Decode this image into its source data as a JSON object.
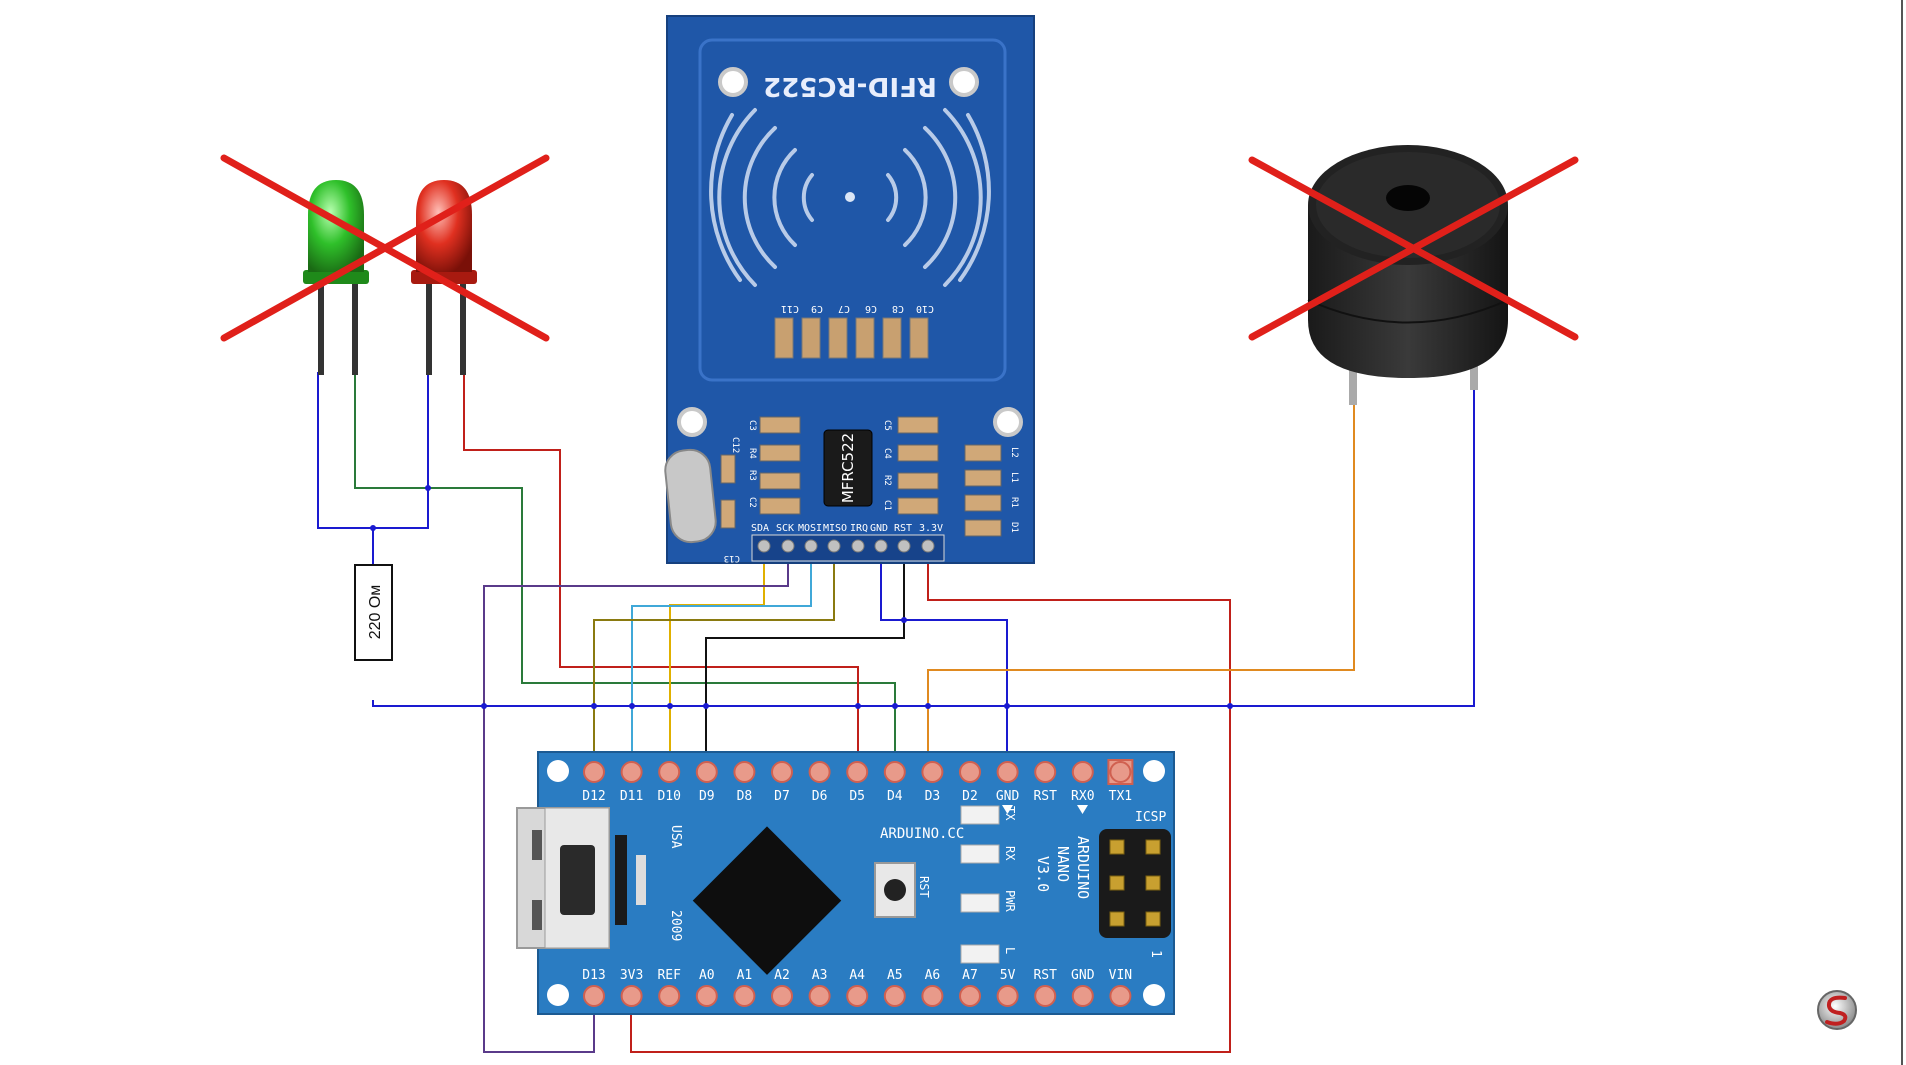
{
  "rfid": {
    "title": "RFID-RC522",
    "chip": "MFRC522",
    "pins": [
      "SDA",
      "SCK",
      "MOSI",
      "MISO",
      "IRQ",
      "GND",
      "RST",
      "3.3V"
    ],
    "caps": [
      "C11",
      "C9",
      "C7",
      "C6",
      "C8",
      "C10"
    ],
    "labels_left": [
      "C12",
      "R3",
      "R4",
      "C2",
      "C3",
      "C13"
    ],
    "labels_mid": [
      "C5",
      "C4",
      "R2",
      "C1"
    ],
    "labels_right": [
      "L2",
      "L1",
      "R1",
      "D1"
    ]
  },
  "resistor": {
    "label": "220 Ом"
  },
  "arduino": {
    "top_pins": [
      "D12",
      "D11",
      "D10",
      "D9",
      "D8",
      "D7",
      "D6",
      "D5",
      "D4",
      "D3",
      "D2",
      "GND",
      "RST",
      "RX0",
      "TX1"
    ],
    "bottom_pins": [
      "D13",
      "3V3",
      "REF",
      "A0",
      "A1",
      "A2",
      "A3",
      "A4",
      "A5",
      "A6",
      "A7",
      "5V",
      "RST",
      "GND",
      "VIN"
    ],
    "brand": "ARDUINO.CC",
    "name_lines": [
      "ARDUINO",
      "NANO",
      "V3.0"
    ],
    "icsp": "ICSP",
    "usa": "USA",
    "year": "2009",
    "rst_button": "RST",
    "leds": [
      "TX",
      "RX",
      "PWR",
      "L"
    ],
    "icsp_pin1": "1"
  },
  "colors": {
    "pcb_blue": "#1f57a8",
    "arduino_blue": "#2a7cc2",
    "wire_blue": "#1a1ad0",
    "wire_red": "#c0201a",
    "wire_green": "#2a7a3a",
    "wire_orange": "#e08a20",
    "wire_purple": "#5a3a8a",
    "wire_cyan": "#40a8d8",
    "wire_yellow": "#e0b000",
    "wire_olive": "#8a7a10",
    "wire_black": "#111111",
    "cross_red": "#e0201a"
  },
  "icons": {
    "logo": "stylized-s-logo-icon"
  }
}
